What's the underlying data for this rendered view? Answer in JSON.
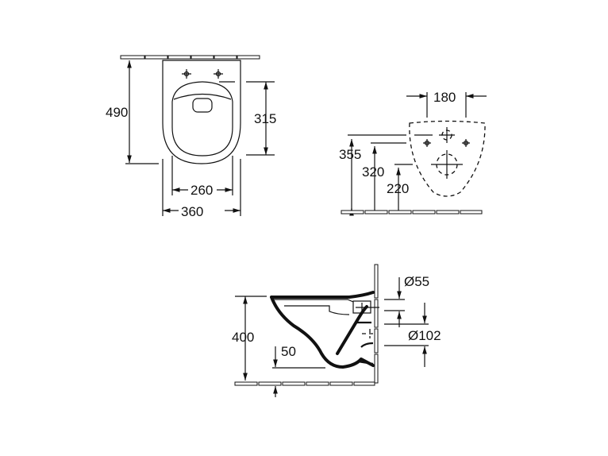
{
  "top_view": {
    "depth": "490",
    "seat_length": "315",
    "seat_width": "260",
    "width": "360"
  },
  "rear_view": {
    "fixing_spacing": "180",
    "height_upper": "355",
    "height_middle": "320",
    "height_lower": "220"
  },
  "side_view": {
    "rim_height": "400",
    "water_depth": "50",
    "inlet_diameter": "Ø55",
    "outlet_diameter": "Ø102"
  }
}
